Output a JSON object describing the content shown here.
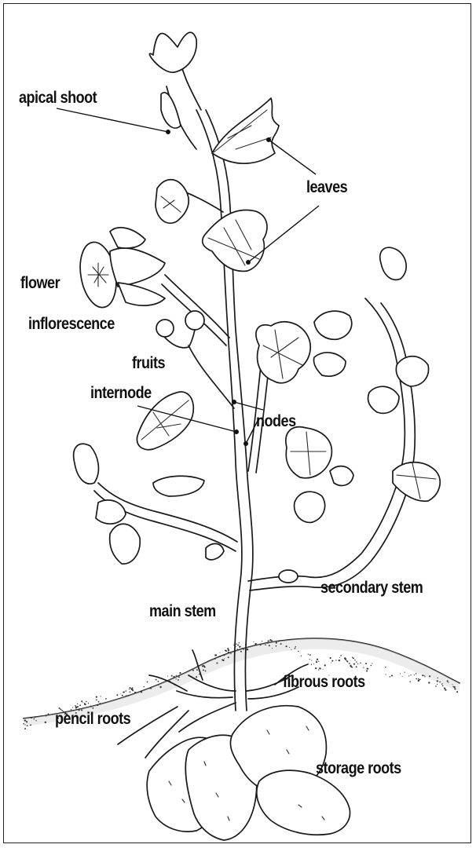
{
  "labels": {
    "apical_shoot": "apical shoot",
    "leaves": "leaves",
    "flower": "flower",
    "inflorescence": "inflorescence",
    "fruits": "fruits",
    "internode": "internode",
    "nodes": "nodes",
    "secondary_stem": "secondary stem",
    "main_stem": "main stem",
    "fibrous_roots": "fibrous roots",
    "pencil_roots": "pencil roots",
    "storage_roots": "storage roots"
  },
  "colors": {
    "ink": "#1a1a1a",
    "background": "#ffffff"
  }
}
